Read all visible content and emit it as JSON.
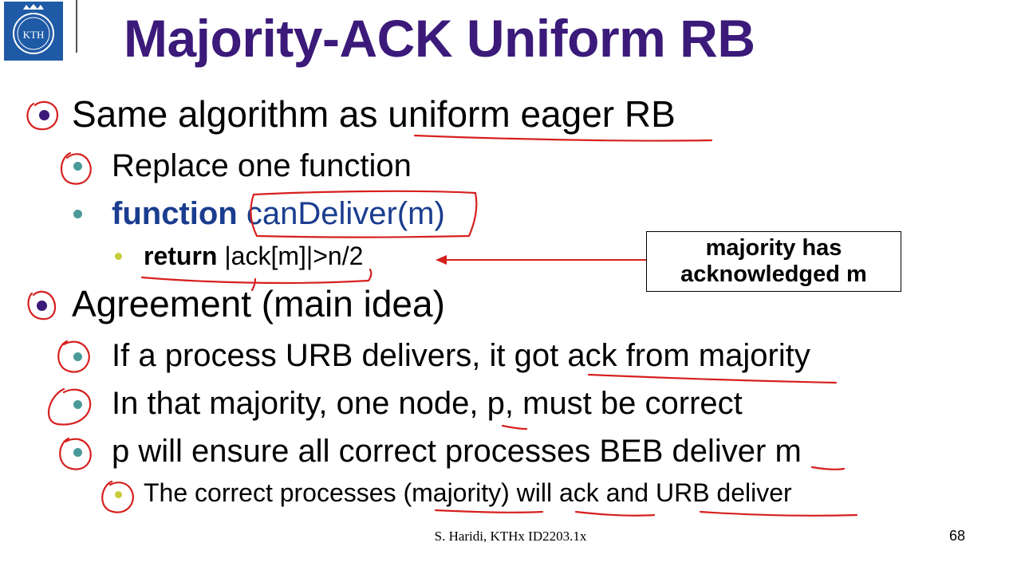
{
  "slide": {
    "title": "Majority-ACK Uniform RB",
    "logo_text": "KTH",
    "bullets": [
      {
        "level": 1,
        "text": "Same algorithm as uniform eager RB"
      },
      {
        "level": 2,
        "text": "Replace one function"
      },
      {
        "level": 2,
        "keyword": "function",
        "text": "canDeliver(m)"
      },
      {
        "level": 3,
        "keyword": "return",
        "text": "|ack[m]|>n/2"
      },
      {
        "level": 1,
        "text": "Agreement (main idea)"
      },
      {
        "level": 2,
        "text": "If a process URB delivers, it got ack from majority"
      },
      {
        "level": 2,
        "text": "In that majority, one node, p, must be correct"
      },
      {
        "level": 2,
        "text": "p will ensure all correct processes BEB deliver m"
      },
      {
        "level": 3,
        "text": "The correct processes (majority) will ack and URB deliver"
      }
    ],
    "callout": {
      "line1": "majority has",
      "line2": "acknowledged m"
    },
    "footer": "S. Haridi, KTHx ID2203.1x",
    "page_number": "68"
  },
  "colors": {
    "title": "#3b1a7a",
    "keyword": "#1a3d8f",
    "annotation": "#d6201f",
    "bullet_l1": "#3b1a7a",
    "bullet_l2": "#4a9a9a",
    "bullet_l3": "#c8cc3a",
    "logo": "#1f5aa6"
  }
}
